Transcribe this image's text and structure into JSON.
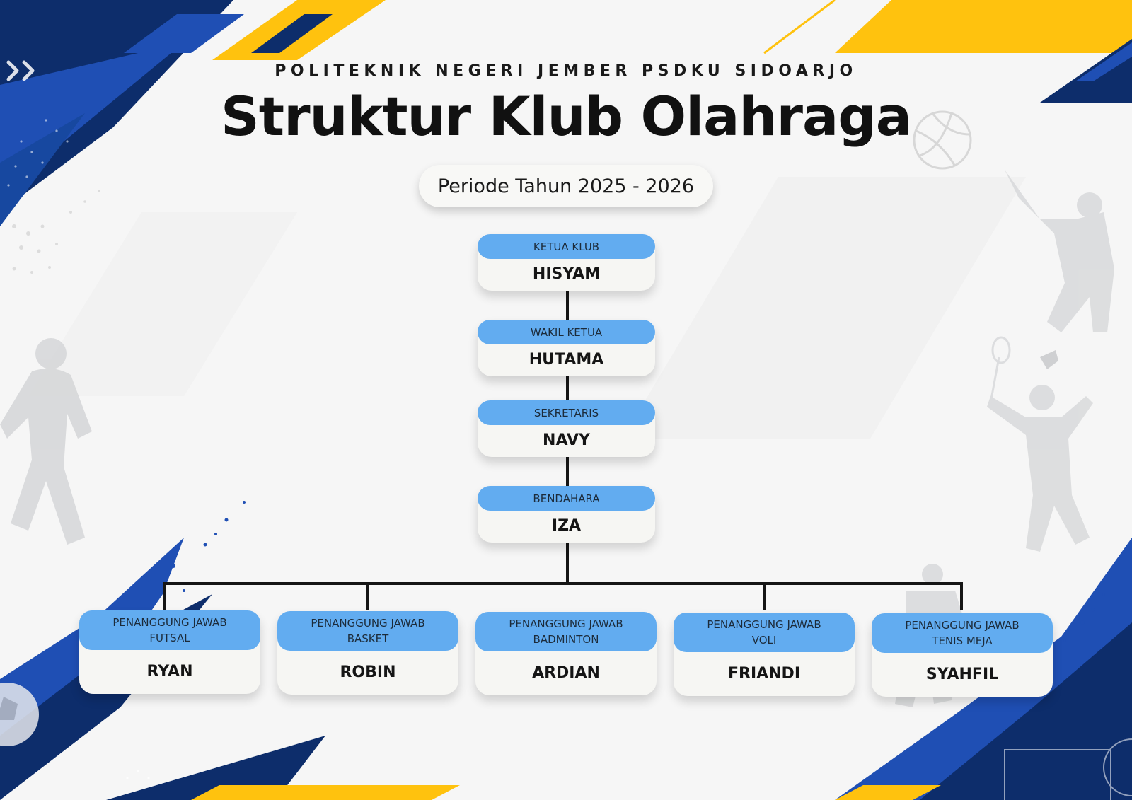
{
  "header": {
    "institution": "POLITEKNIK NEGERI JEMBER PSDKU SIDOARJO",
    "title": "Struktur Klub Olahraga",
    "period": "Periode Tahun 2025 - 2026"
  },
  "officers": [
    {
      "role": "KETUA KLUB",
      "name": "HISYAM"
    },
    {
      "role": "WAKIL KETUA",
      "name": "HUTAMA"
    },
    {
      "role": "SEKRETARIS",
      "name": "NAVY"
    },
    {
      "role": "BENDAHARA",
      "name": "IZA"
    }
  ],
  "coordinators": [
    {
      "role_line1": "PENANGGUNG JAWAB",
      "role_line2": "FUTSAL",
      "name": "RYAN"
    },
    {
      "role_line1": "PENANGGUNG JAWAB",
      "role_line2": "BASKET",
      "name": "ROBIN"
    },
    {
      "role_line1": "PENANGGUNG JAWAB",
      "role_line2": "BADMINTON",
      "name": "ARDIAN"
    },
    {
      "role_line1": "PENANGGUNG JAWAB",
      "role_line2": "VOLI",
      "name": "FRIANDI"
    },
    {
      "role_line1": "PENANGGUNG JAWAB",
      "role_line2": "TENIS MEJA",
      "name": "SYAHFIL"
    }
  ],
  "colors": {
    "navy": "#0d2d6b",
    "royal_blue": "#1f4fb4",
    "accent_yellow": "#ffc20e",
    "role_blue": "#62acf0",
    "card": "#f6f6f3",
    "line": "#151515"
  },
  "decorations": [
    "chevrons-icon",
    "volleyball-icon",
    "soccer-ball-icon",
    "athlete-silhouette-icon",
    "badminton-player-icon",
    "shuttlecock-icon"
  ]
}
